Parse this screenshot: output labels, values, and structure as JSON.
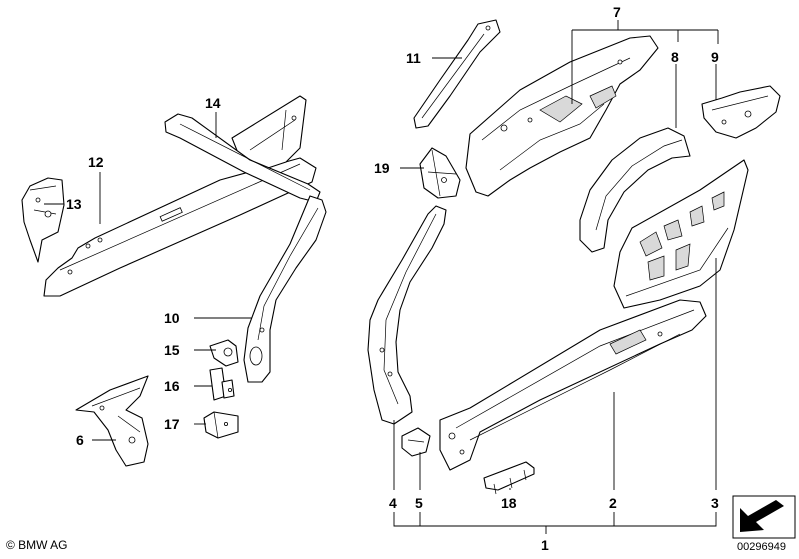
{
  "callouts": {
    "c1": "1",
    "c2": "2",
    "c3": "3",
    "c4": "4",
    "c5": "5",
    "c6": "6",
    "c7": "7",
    "c8": "8",
    "c9": "9",
    "c10": "10",
    "c11": "11",
    "c12": "12",
    "c13": "13",
    "c14": "14",
    "c15": "15",
    "c16": "16",
    "c17": "17",
    "c18": "18",
    "c19": "19"
  },
  "footer": {
    "copyright": "© BMW AG",
    "document_number": "00296949"
  },
  "icons": {
    "view_arrow": "view-direction-arrow-icon"
  }
}
